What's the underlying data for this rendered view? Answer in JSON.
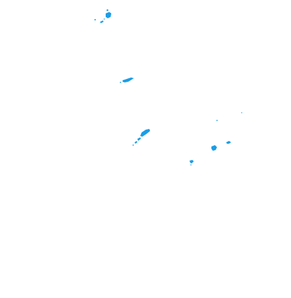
{
  "map": {
    "background_color": "#ffffff",
    "land_color": "#1a9ee6",
    "features": [
      "island-cluster-north",
      "island-cluster-central-west",
      "island-chain-central",
      "island-cluster-east",
      "islet-southeast"
    ]
  }
}
